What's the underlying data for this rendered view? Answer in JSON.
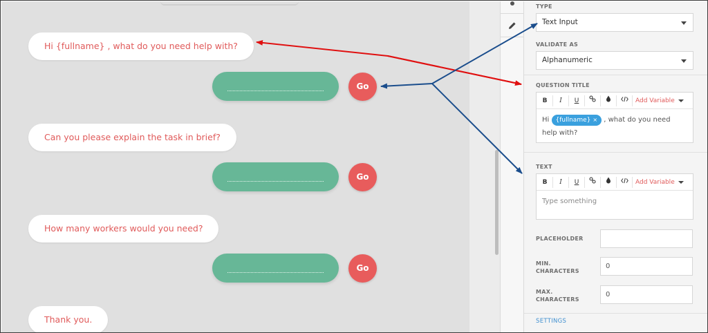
{
  "chat": {
    "messages": [
      {
        "text": "Hi {fullname} , what do you need help with?"
      },
      {
        "text": "Can you please explain the task in brief?"
      },
      {
        "text": "How many workers would you need?"
      },
      {
        "text": "Thank you."
      }
    ],
    "go_label": "Go"
  },
  "toolbar": {
    "icons": [
      "person-icon",
      "pencil-icon"
    ]
  },
  "panel": {
    "type_label": "TYPE",
    "type_value": "Text Input",
    "validate_label": "VALIDATE AS",
    "validate_value": "Alphanumeric",
    "question_label": "QUESTION TITLE",
    "question": {
      "prefix": "Hi",
      "variable": "{fullname}",
      "remove": "×",
      "suffix": ", what do you need help with?"
    },
    "text_label": "TEXT",
    "text_placeholder": "Type something",
    "editor": {
      "bold": "B",
      "italic": "I",
      "underline": "U",
      "add_variable": "Add Variable"
    },
    "placeholder_label": "PLACEHOLDER",
    "placeholder_value": "",
    "min_label_1": "MIN.",
    "min_label_2": "CHARACTERS",
    "min_value": "0",
    "max_label_1": "MAX.",
    "max_label_2": "CHARACTERS",
    "max_value": "0",
    "settings_label": "SETTINGS"
  },
  "colors": {
    "accent_red": "#e85c5c",
    "answer_green": "#67b797",
    "chip_blue": "#3aa0de",
    "arrow_red": "#e01010",
    "arrow_blue": "#1a4d8c"
  }
}
